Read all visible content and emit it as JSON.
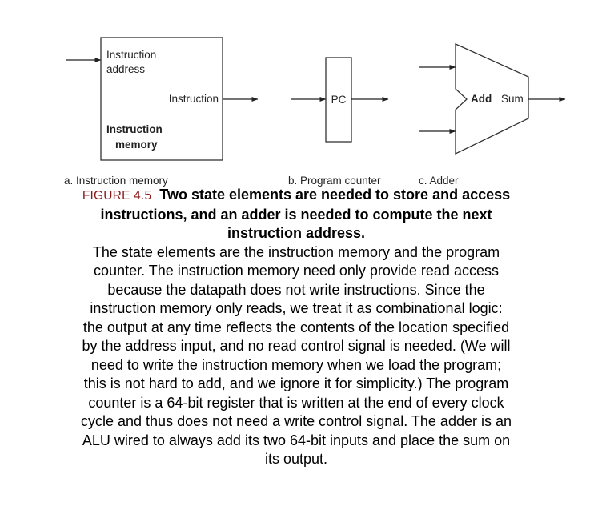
{
  "diagram": {
    "imem": {
      "input_label_line1": "Instruction",
      "input_label_line2": "address",
      "output_label": "Instruction",
      "name_line1": "Instruction",
      "name_line2": "memory",
      "caption": "a. Instruction memory"
    },
    "pc": {
      "label": "PC",
      "caption": "b. Program counter"
    },
    "adder": {
      "op_label": "Add",
      "output_label": "Sum",
      "caption": "c. Adder"
    }
  },
  "figure": {
    "label": "FIGURE 4.5",
    "title": "Two state elements are needed to store and access instructions, and an adder is needed to compute the next instruction address.",
    "body": "The state elements are the instruction memory and the program counter. The instruction memory need only provide read access because the datapath does not write instructions. Since the instruction memory only reads, we treat it as combinational logic: the output at any time reflects the contents of the location specified by the address input, and no read control signal is needed. (We will need to write the instruction memory when we load the program; this is not hard to add, and we ignore it for simplicity.) The program counter is a 64-bit register that is written at the end of every clock cycle and thus does not need a write control signal. The adder is an ALU wired to always add its two 64-bit inputs and place the sum on its output."
  }
}
